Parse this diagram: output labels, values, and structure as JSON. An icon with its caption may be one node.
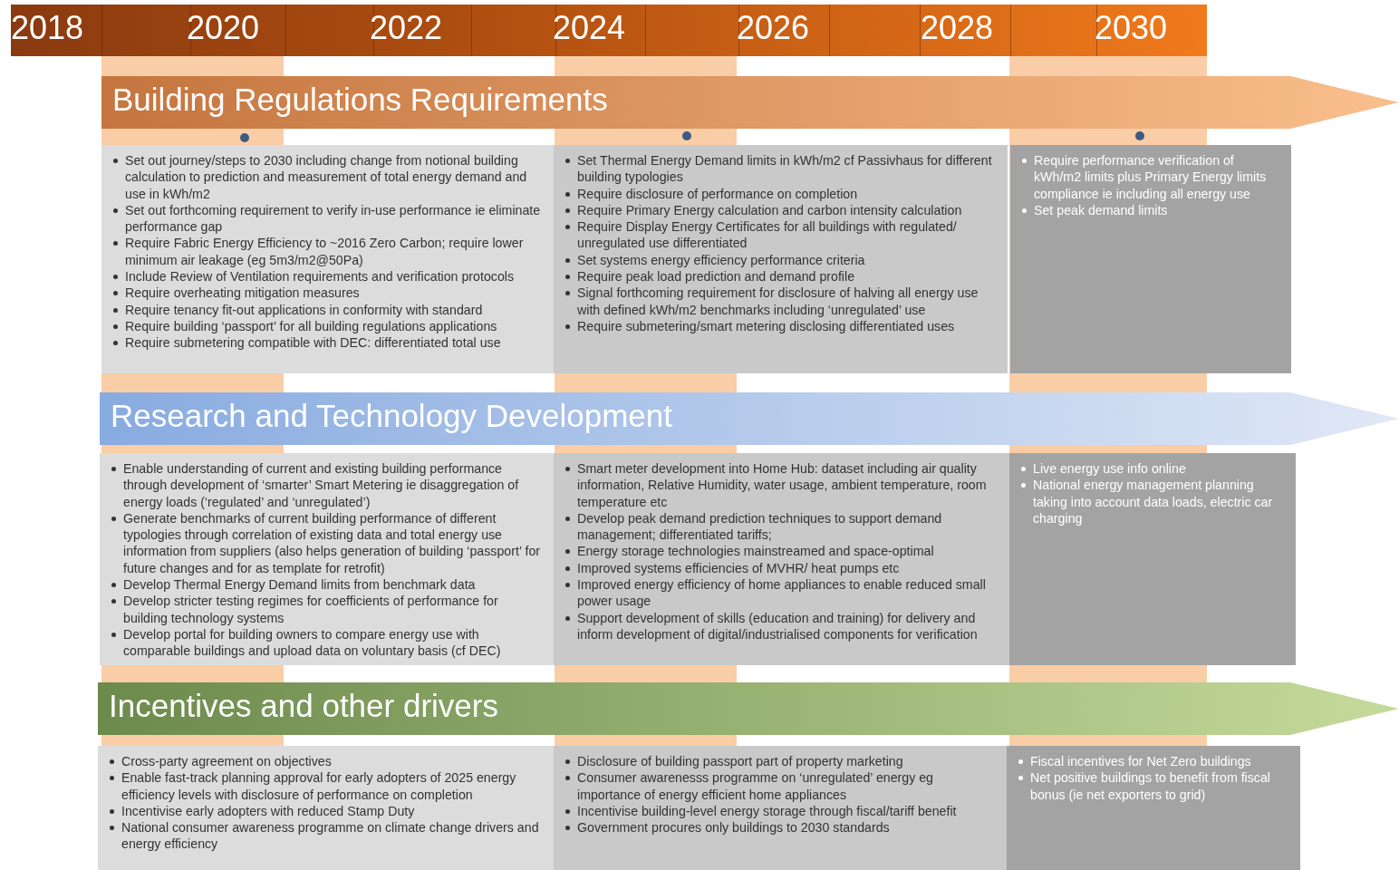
{
  "diagram": {
    "nodes": [
      {
        "text": [
          "Building Regulations Requirements"
        ]
      },
      {
        "text": [
          "Set out journey/steps to 2030 including change from notional building calculation to prediction and measurement of total energy demand and use in kWh/m2",
          "Set out forthcoming requirement to verify in-use performance ie eliminate performance gap",
          "Require Fabric Energy Efficiency to ~2016 Zero Carbon; require lower minimum air leakage (eg 5m3/m2@50Pa)",
          "Include Review of Ventilation requirements and verification protocols",
          "Require overheating mitigation measures",
          "Require tenancy fit-out applications in conformity with standard",
          "Require building ‘passport’ for all building regulations applications",
          "Require submetering compatible with DEC: differentiated total use"
        ]
      },
      {
        "text": [
          "Set Thermal Energy Demand limits in kWh/m2 cf Passivhaus for different building typologies",
          "Require disclosure of performance on completion",
          "Require Primary Energy calculation and carbon intensity calculation",
          "Require Display Energy Certificates for all buildings with regulated/ unregulated use differentiated",
          "Set systems energy efficiency performance criteria",
          "Require peak load prediction and demand profile",
          "Signal forthcoming requirement for disclosure of halving all energy use with defined kWh/m2 benchmarks including ‘unregulated’ use",
          "Require submetering/smart metering disclosing differentiated uses"
        ]
      },
      {
        "text": [
          "Require performance verification of kWh/m2 limits plus Primary Energy limits compliance ie including all energy use",
          "Set peak demand limits"
        ]
      },
      {
        "text": [
          "Research and Technology Development"
        ]
      },
      {
        "text": [
          "Enable understanding of current and existing building performance through development of ‘smarter’ Smart Metering ie disaggregation of energy loads (‘regulated’ and ‘unregulated’)",
          "Generate benchmarks of current building performance of different typologies through correlation of existing data and total energy use information from suppliers (also helps generation of building ‘passport’ for future changes and for as template for retrofit)",
          "Develop Thermal Energy Demand limits from benchmark data",
          "Develop stricter testing regimes for coefficients of performance for building technology systems",
          "Develop portal for building owners to compare energy use with comparable buildings and upload data on voluntary basis (cf DEC)"
        ]
      },
      {
        "text": [
          "Smart meter development into Home Hub: dataset including air quality information, Relative Humidity, water usage, ambient temperature, room temperature etc",
          "Develop peak demand prediction techniques to support demand management; differentiated tariffs;",
          "Energy storage technologies mainstreamed and space-optimal",
          "Improved systems efficiencies of MVHR/ heat pumps etc",
          "Improved energy efficiency of home appliances to enable reduced small power usage",
          "Support development of skills (education and training) for delivery and inform development of digital/industrialised components for verification"
        ]
      },
      {
        "text": [
          "Live energy use info online",
          "National energy management planning taking into account data loads, electric car charging"
        ]
      },
      {
        "text": [
          "Incentives and other drivers"
        ]
      },
      {
        "text": [
          "Cross-party agreement on objectives",
          "Enable fast-track planning approval for early adopters of 2025 energy efficiency levels with disclosure of performance on completion",
          "Incentivise early adopters with reduced Stamp Duty",
          "National consumer awareness programme on climate change drivers and energy efficiency"
        ]
      },
      {
        "text": [
          "Disclosure of building passport part of property marketing",
          "Consumer awarenesss programme on ‘unregulated’ energy eg importance of energy efficient home appliances",
          "Incentivise building-level energy storage through fiscal/tariff benefit",
          "Government procures only buildings to 2030 standards"
        ]
      },
      {
        "text": [
          "Fiscal incentives for Net Zero buildings",
          "Net positive buildings to benefit from fiscal bonus (ie net exporters to grid)"
        ]
      }
    ],
    "labels": [
      "2018",
      "2020",
      "2022",
      "2024",
      "2026",
      "2028",
      "2030"
    ]
  }
}
